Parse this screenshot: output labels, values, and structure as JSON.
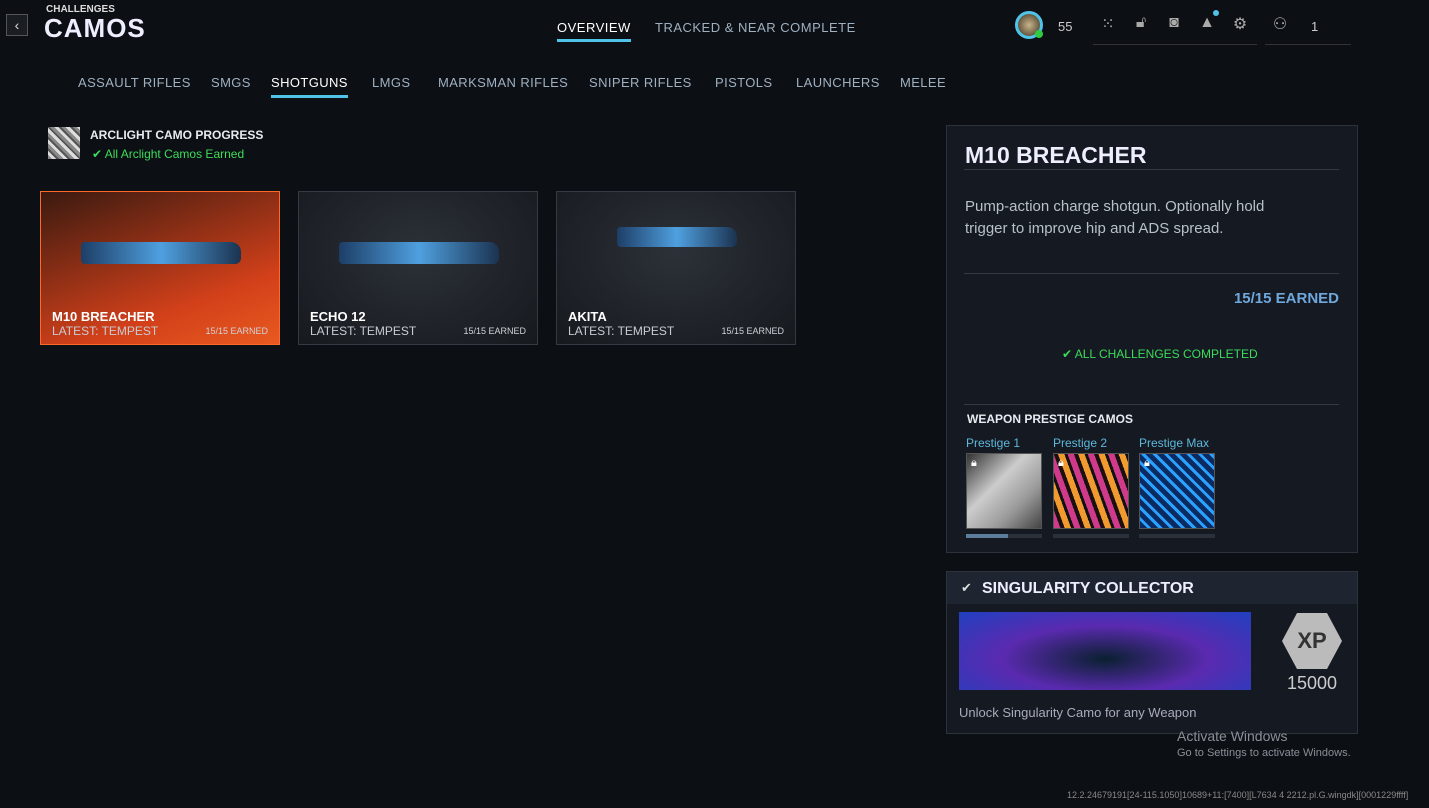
{
  "header": {
    "breadcrumb": "CHALLENGES",
    "title": "CAMOS",
    "tabs": [
      {
        "label": "OVERVIEW",
        "active": true
      },
      {
        "label": "TRACKED & NEAR COMPLETE"
      }
    ],
    "level": "55",
    "party_count": "1"
  },
  "categories": [
    "ASSAULT RIFLES",
    "SMGS",
    "SHOTGUNS",
    "LMGS",
    "MARKSMAN RIFLES",
    "SNIPER RIFLES",
    "PISTOLS",
    "LAUNCHERS",
    "MELEE"
  ],
  "active_category": "SHOTGUNS",
  "arclight": {
    "title": "ARCLIGHT CAMO PROGRESS",
    "status": "All Arclight Camos Earned"
  },
  "weapons": [
    {
      "name": "M10 BREACHER",
      "latest": "LATEST: TEMPEST",
      "earned": "15/15 EARNED"
    },
    {
      "name": "ECHO 12",
      "latest": "LATEST: TEMPEST",
      "earned": "15/15 EARNED"
    },
    {
      "name": "AKITA",
      "latest": "LATEST: TEMPEST",
      "earned": "15/15 EARNED"
    }
  ],
  "detail": {
    "name": "M10 BREACHER",
    "description": "Pump-action charge shotgun. Optionally hold trigger to improve hip and ADS spread.",
    "earned": "15/15 EARNED",
    "status": "ALL CHALLENGES COMPLETED",
    "prestige_title": "WEAPON PRESTIGE CAMOS",
    "prestige": [
      {
        "label": "Prestige 1",
        "progress": 0.55
      },
      {
        "label": "Prestige 2",
        "progress": 0
      },
      {
        "label": "Prestige Max",
        "progress": 0
      }
    ]
  },
  "reward": {
    "title": "SINGULARITY COLLECTOR",
    "xp_badge": "XP",
    "xp": "15000",
    "description": "Unlock Singularity Camo for any Weapon"
  },
  "watermark": {
    "line1": "Activate Windows",
    "line2": "Go to Settings to activate Windows."
  },
  "build": "12.2.24679191[24-115.1050]10689+11:[7400][L7634 4 2212.pl.G.wingdk][0001229ffff]"
}
